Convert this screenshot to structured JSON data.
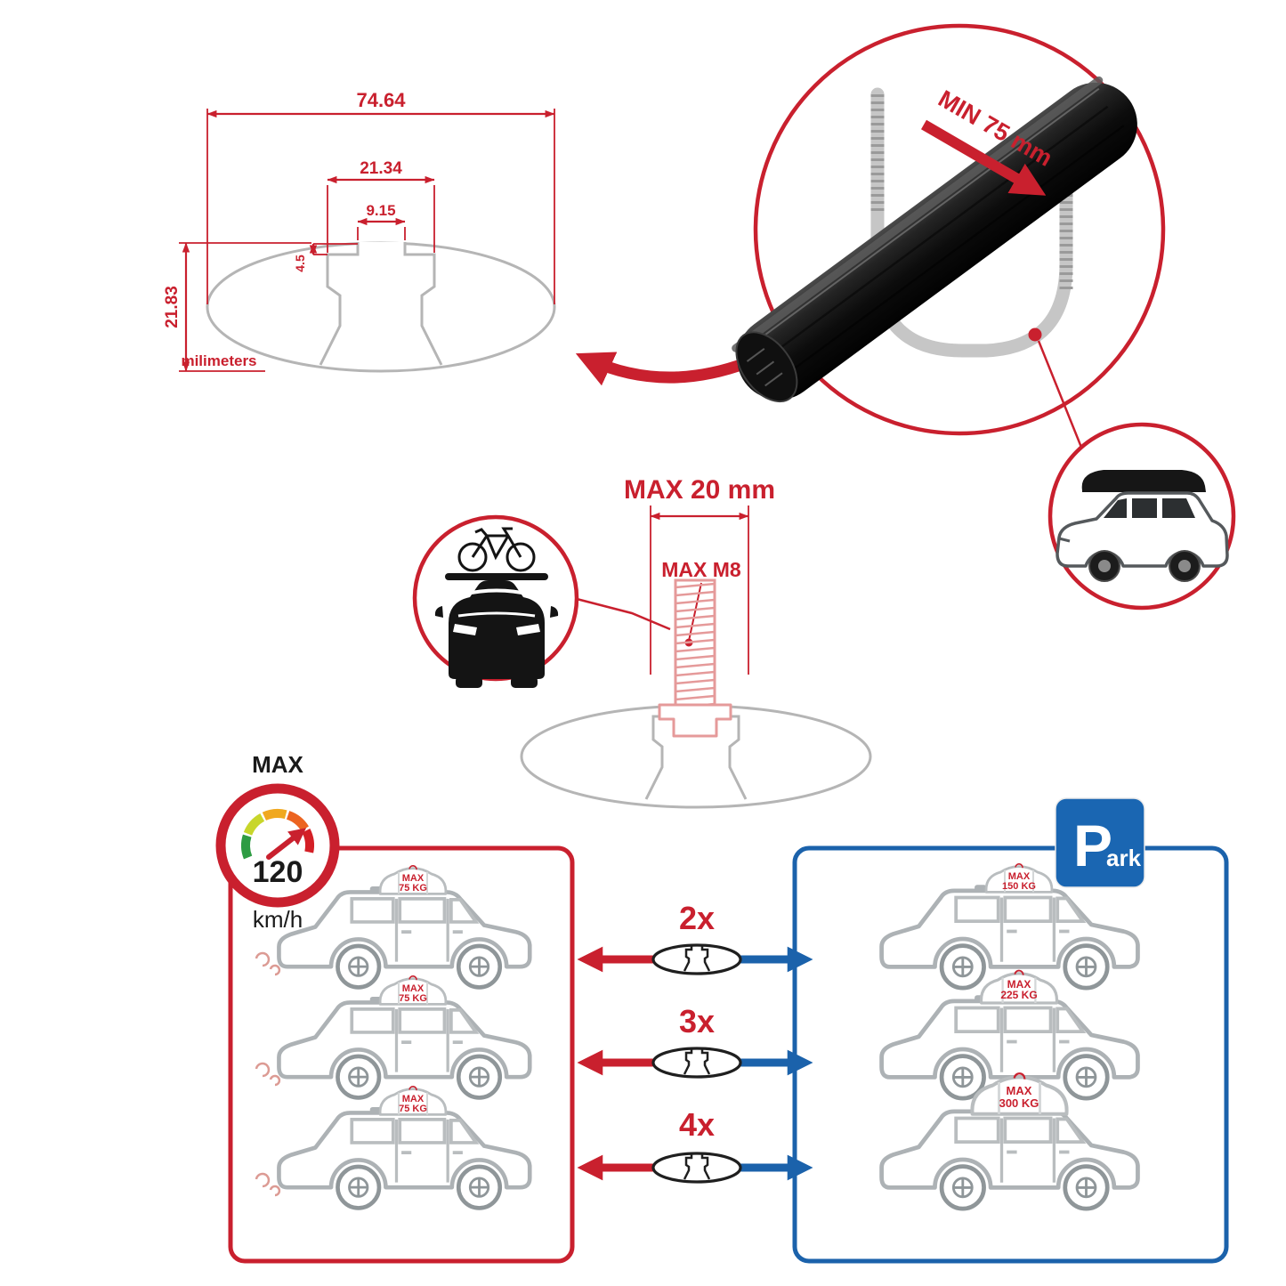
{
  "colors": {
    "red": "#c9202e",
    "blue": "#1b62ab",
    "gray": "#b5b5b5",
    "dark": "#141414"
  },
  "profile_diagram": {
    "dim_total_width": "74.64",
    "dim_channel_width": "21.34",
    "dim_slot_width": "9.15",
    "dim_lip_depth": "4.5",
    "dim_height": "21.83",
    "unit_label": "milimeters"
  },
  "clamp_detail": {
    "min_label": "MIN 75 mm"
  },
  "bolt_detail": {
    "max_width_label": "MAX 20 mm",
    "max_thread_label": "MAX M8"
  },
  "speed_limit": {
    "title": "MAX",
    "value": "120",
    "unit": "km/h"
  },
  "multipliers": [
    {
      "label": "2x"
    },
    {
      "label": "3x"
    },
    {
      "label": "4x"
    }
  ],
  "driving_panel": {
    "cars": [
      {
        "load_line1": "MAX",
        "load_line2": "75 KG"
      },
      {
        "load_line1": "MAX",
        "load_line2": "75 KG"
      },
      {
        "load_line1": "MAX",
        "load_line2": "75 KG"
      }
    ]
  },
  "parked_panel": {
    "sign_letter": "P",
    "sign_rest": "ark",
    "cars": [
      {
        "load_line1": "MAX",
        "load_line2": "150 KG"
      },
      {
        "load_line1": "MAX",
        "load_line2": "225 KG"
      },
      {
        "load_line1": "MAX",
        "load_line2": "300 KG"
      }
    ]
  }
}
